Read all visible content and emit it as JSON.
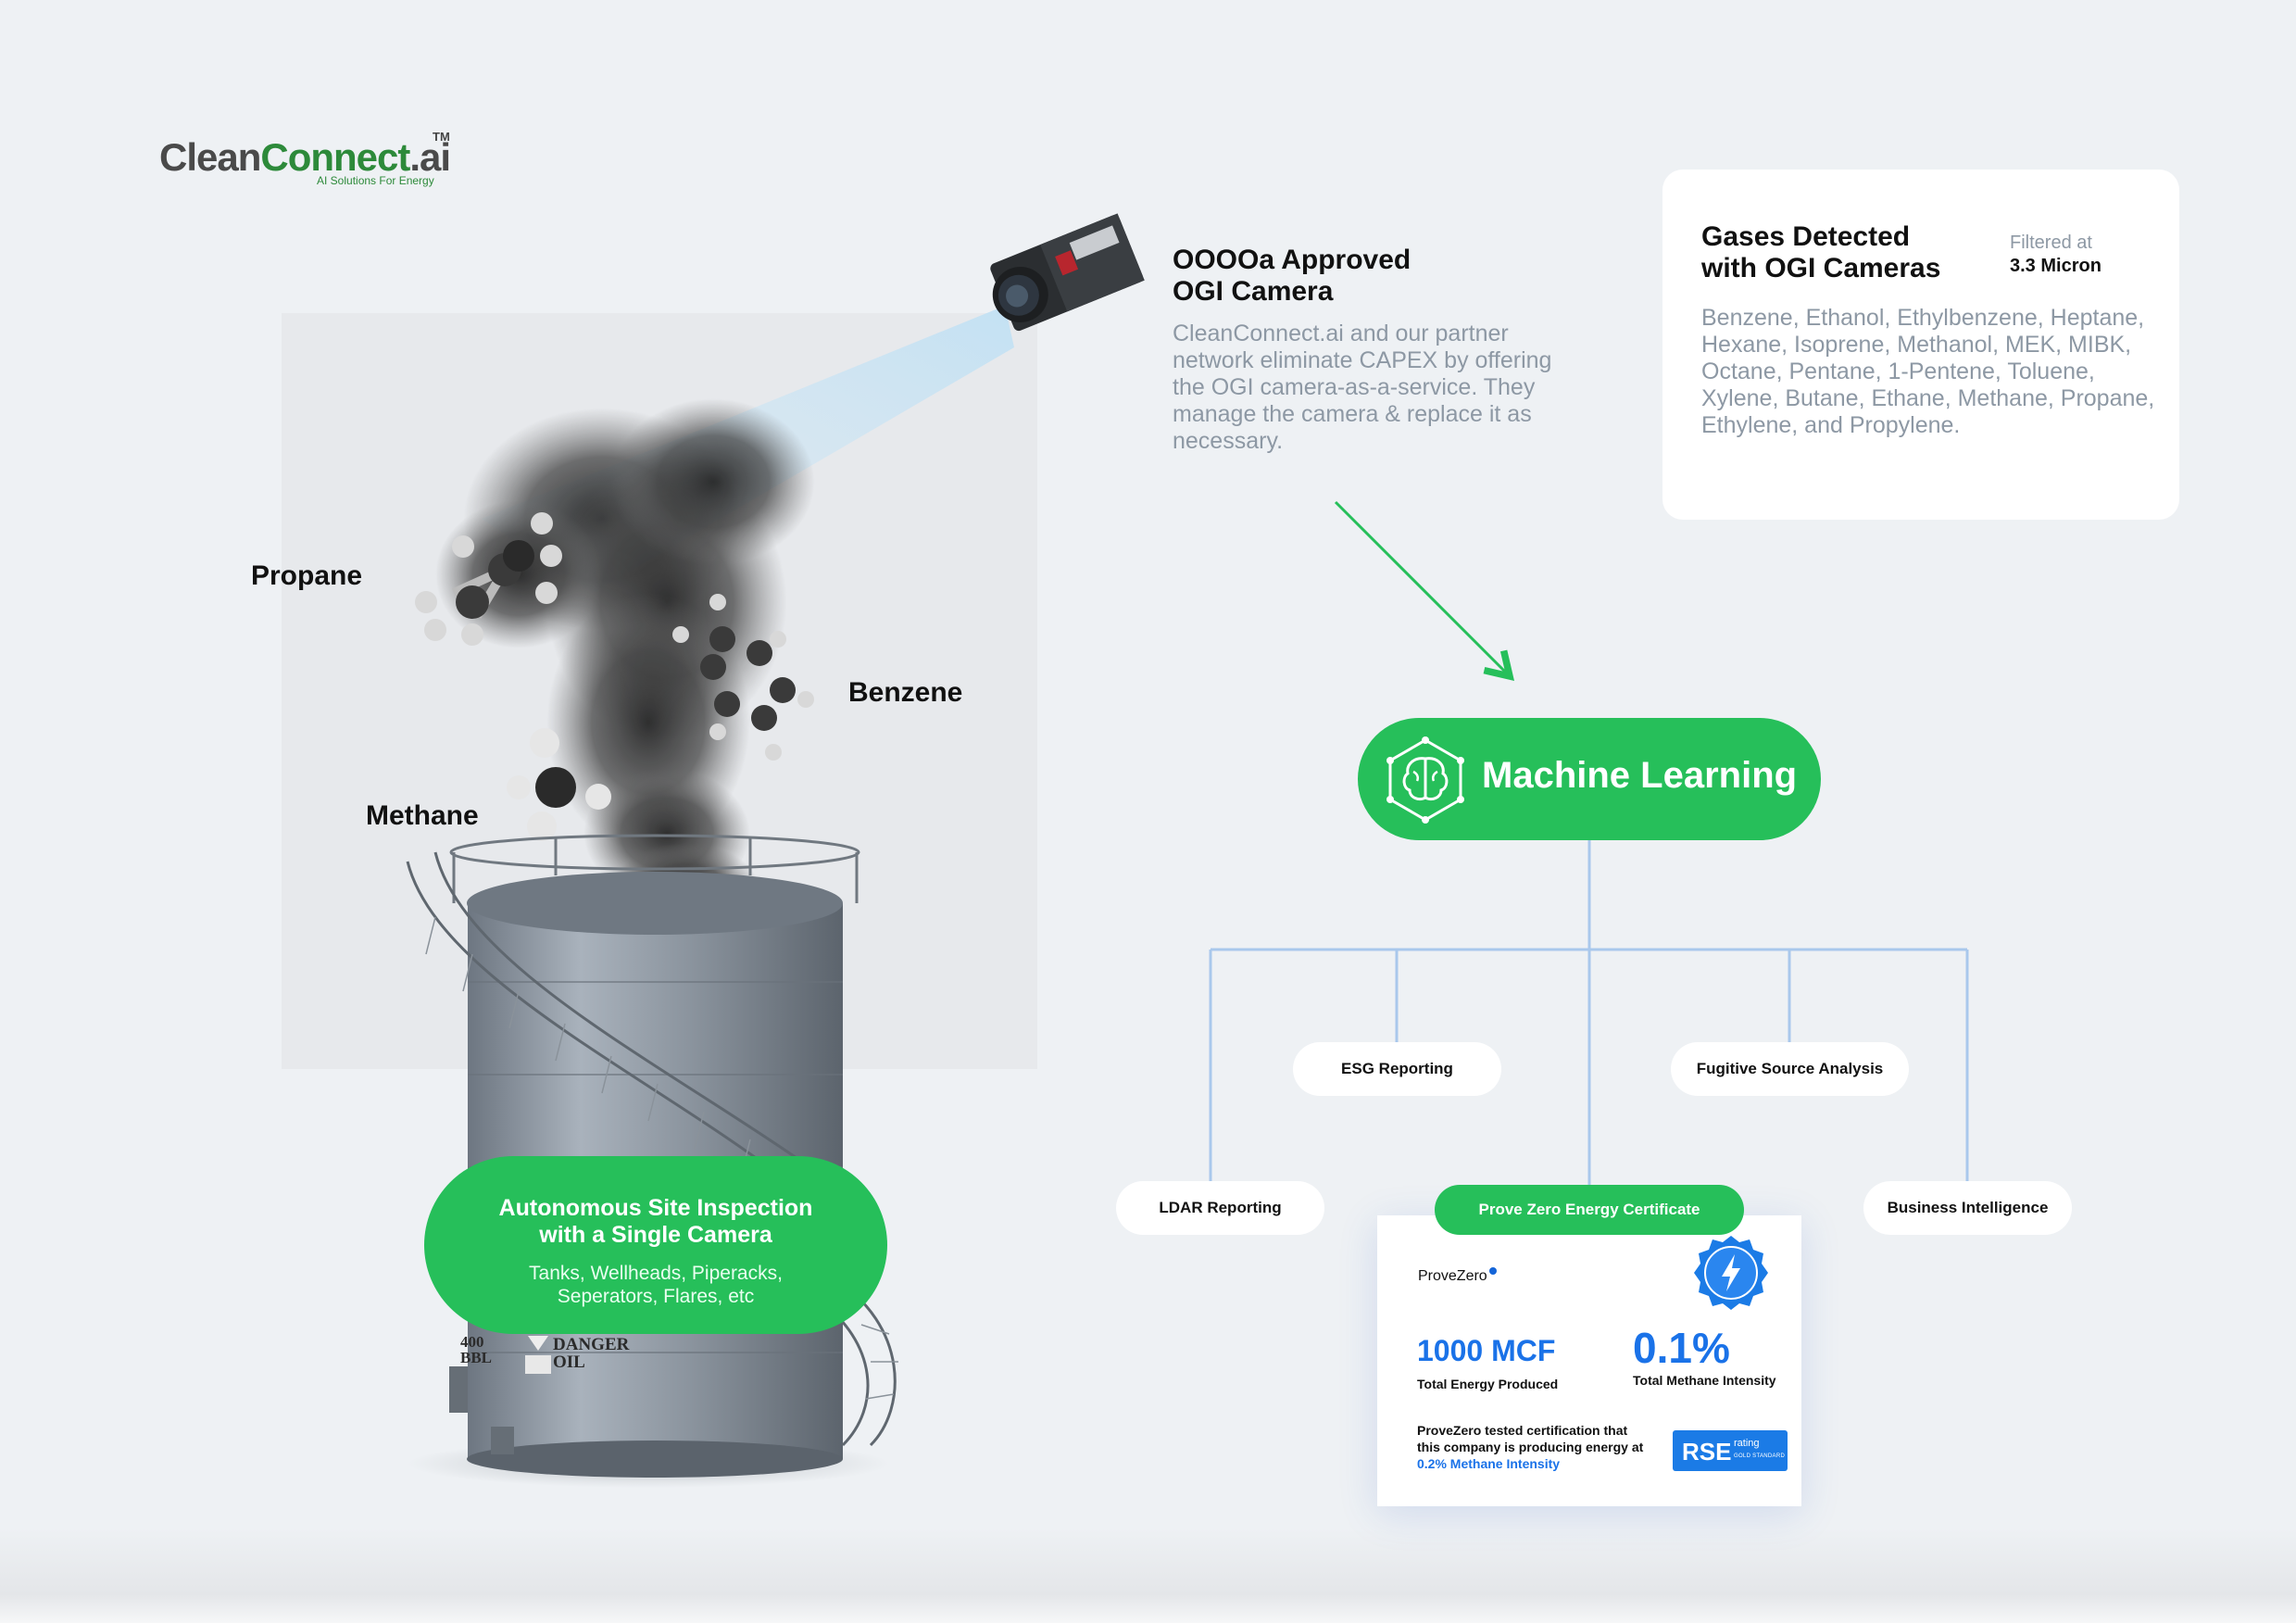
{
  "logo": {
    "word_start": "Clean",
    "word_mid": "Connect",
    "word_end": ".ai",
    "trademark": "TM",
    "tagline": "AI Solutions For Energy"
  },
  "camera": {
    "title_line1": "OOOOa Approved",
    "title_line2": "OGI Camera",
    "description": "CleanConnect.ai and our partner network eliminate CAPEX by offering the OGI camera-as-a-service. They manage the camera & replace it as necessary."
  },
  "gases_card": {
    "title_line1": "Gases Detected",
    "title_line2": "with OGI Cameras",
    "filter_label": "Filtered at",
    "filter_value": "3.3 Micron",
    "list": "Benzene, Ethanol, Ethylbenzene, Heptane, Hexane, Isoprene, Methanol, MEK, MIBK, Octane, Pentane, 1-Pentene, Toluene, Xylene, Butane, Ethane, Methane, Propane, Ethylene, and Propylene."
  },
  "molecules": {
    "propane": "Propane",
    "benzene": "Benzene",
    "methane": "Methane"
  },
  "machine_learning": {
    "label": "Machine Learning",
    "icon": "brain-icon"
  },
  "outputs": {
    "esg": "ESG Reporting",
    "fugitive": "Fugitive Source Analysis",
    "ldar": "LDAR Reporting",
    "prove_zero": "Prove Zero Energy Certificate",
    "bi": "Business Intelligence"
  },
  "certificate": {
    "brand": "ProveZero",
    "badge_icon": "lightning-icon",
    "energy_value": "1000 MCF",
    "energy_label": "Total Energy Produced",
    "intensity_value": "0.1%",
    "intensity_label": "Total Methane Intensity",
    "text_main": "ProveZero tested certification that this company is producing energy at",
    "text_highlight": "0.2% Methane Intensity",
    "rse_label": "RSE",
    "rse_rating": "rating",
    "rse_gold": "GOLD STANDARD"
  },
  "tank": {
    "sign_capacity_line1": "400",
    "sign_capacity_line2": "BBL",
    "sign_warning_line1": "DANGER",
    "sign_warning_line2": "OIL"
  },
  "inspection": {
    "title_line1": "Autonomous Site Inspection",
    "title_line2": "with a Single Camera",
    "subtitle_line1": "Tanks, Wellheads, Piperacks,",
    "subtitle_line2": "Seperators, Flares, etc"
  },
  "colors": {
    "background": "#eef1f4",
    "green": "#26bf5a",
    "connector_blue": "#a9c8ec",
    "accent_blue": "#1a72e8",
    "muted_text": "#8d98a4"
  }
}
